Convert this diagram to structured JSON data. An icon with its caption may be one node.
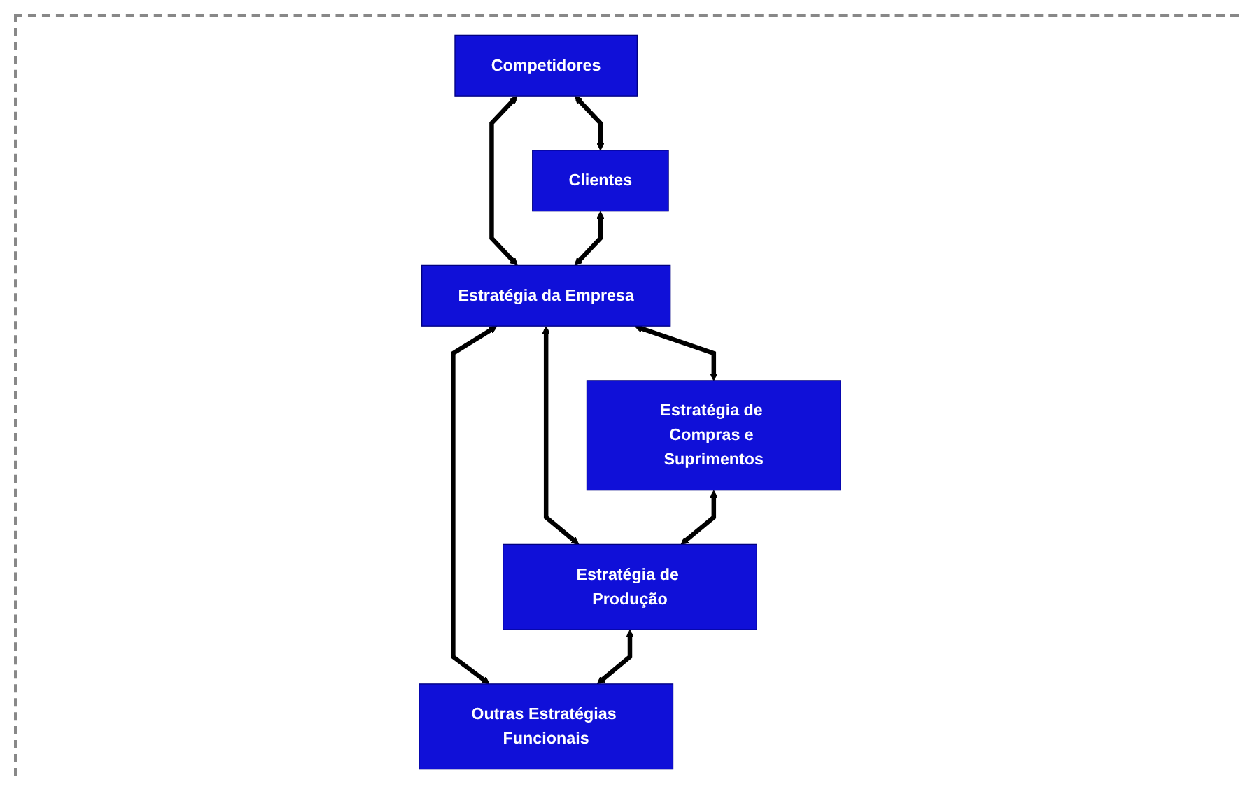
{
  "diagram": {
    "nodes": [
      {
        "text": [
          "Competidores"
        ]
      },
      {
        "text": [
          "Clientes"
        ]
      },
      {
        "text": [
          "Estratégia da Empresa"
        ]
      },
      {
        "text": [
          "Estratégia de Compras e Suprimentos"
        ]
      },
      {
        "text": [
          "Estratégia de Produção"
        ]
      },
      {
        "text": [
          "Outras Estratégias Funcionais"
        ]
      }
    ],
    "edges": [
      {
        "from": 0,
        "to": 1,
        "arrow": "both"
      },
      {
        "from": 0,
        "to": 2,
        "arrow": "both"
      },
      {
        "from": 1,
        "to": 2,
        "arrow": "both"
      },
      {
        "from": 2,
        "to": 3,
        "arrow": "both"
      },
      {
        "from": 2,
        "to": 4,
        "arrow": "both"
      },
      {
        "from": 2,
        "to": 5,
        "arrow": "both"
      },
      {
        "from": 3,
        "to": 4,
        "arrow": "both"
      },
      {
        "from": 4,
        "to": 5,
        "arrow": "both"
      }
    ]
  }
}
